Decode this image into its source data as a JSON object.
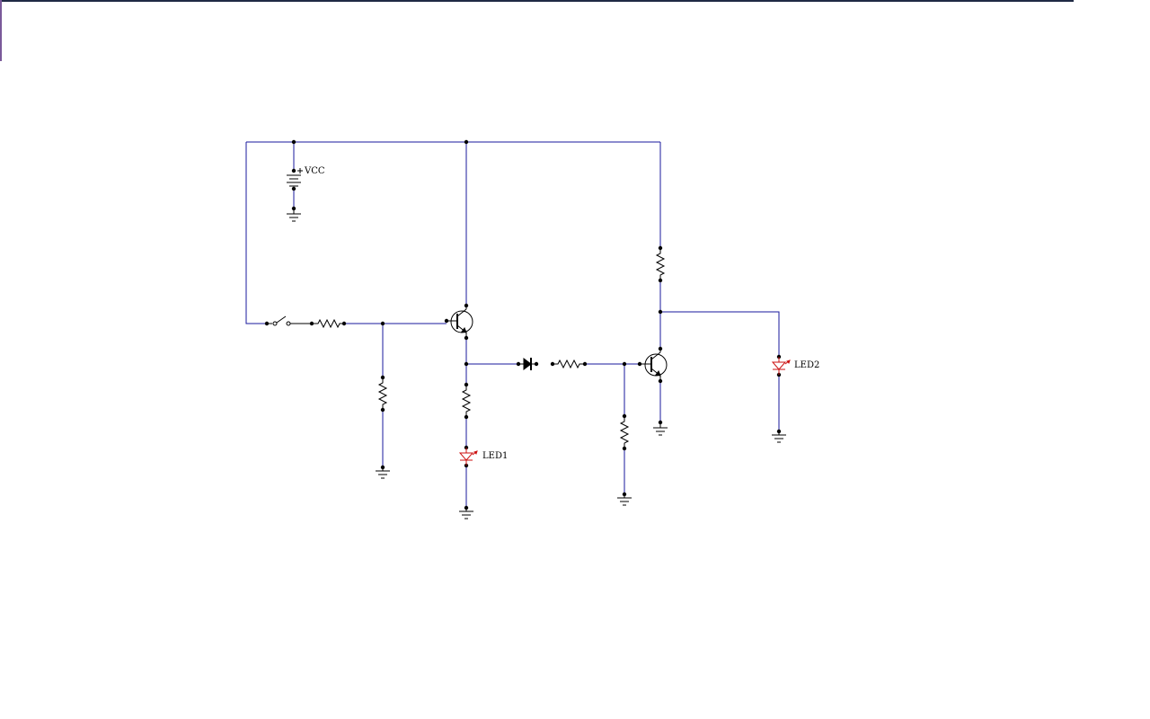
{
  "labels": {
    "vcc": "VCC",
    "led1": "LED1",
    "led2": "LED2"
  },
  "colors": {
    "wire": "#1a1a9c",
    "led": "#cc1111",
    "component": "#000000",
    "background": "#ffffff"
  }
}
